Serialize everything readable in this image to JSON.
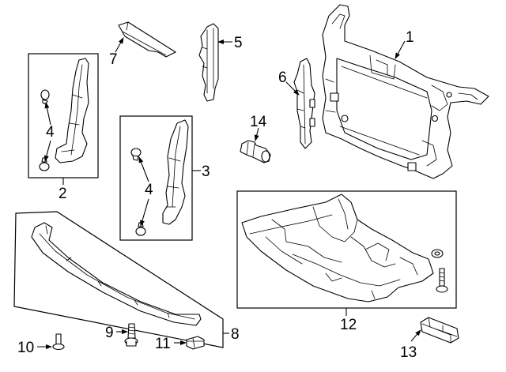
{
  "callouts": {
    "c1": "1",
    "c2": "2",
    "c3": "3",
    "c4_left": "4",
    "c4_center": "4",
    "c5": "5",
    "c6": "6",
    "c7": "7",
    "c8": "8",
    "c9": "9",
    "c10": "10",
    "c11": "11",
    "c12": "12",
    "c13": "13",
    "c14": "14"
  }
}
